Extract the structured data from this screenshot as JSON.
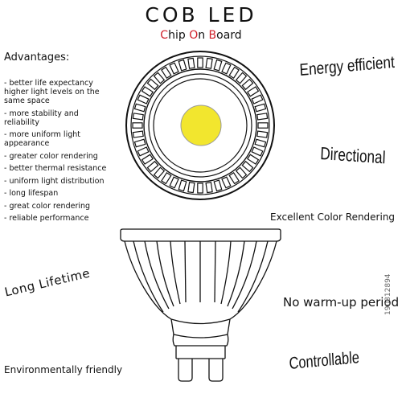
{
  "header": {
    "title": "COB LED",
    "subtitle": {
      "c": "C",
      "hip": "hip ",
      "o": "O",
      "n": "n ",
      "b": "B",
      "oard": "oard"
    }
  },
  "advantages": {
    "title": "Advantages:",
    "items": [
      "better life expectancy higher light levels on the same space",
      "more stability and reliability",
      "more uniform light appearance",
      "greater color rendering",
      "better thermal resistance",
      "uniform light distribution",
      "long lifespan",
      "great color rendering",
      "reliable performance"
    ]
  },
  "features": {
    "energy": "Energy efficient",
    "directional": "Directional",
    "color_rendering": "Excellent Color Rendering",
    "warm_up": "No warm-up period",
    "lifetime": "Long Lifetime",
    "controllable": "Controllable",
    "eco": "Environmentally friendly"
  },
  "stock_id": "190812894",
  "colors": {
    "chip": "#f2e62e",
    "accent": "#d0202a",
    "line": "#111111"
  }
}
